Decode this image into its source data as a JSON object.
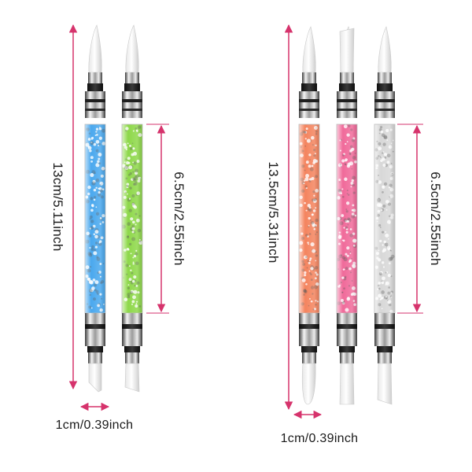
{
  "image": {
    "accent_color": "#d6336c",
    "left_set": {
      "length_label": "13cm/5.11inch",
      "handle_label": "6.5cm/2.55inch",
      "width_label": "1cm/0.39inch",
      "brushes": [
        {
          "color_name": "blue",
          "color": "#4aa8ee"
        },
        {
          "color_name": "green",
          "color": "#8ed84a"
        }
      ]
    },
    "right_set": {
      "length_label": "13.5cm/5.31inch",
      "handle_label": "6.5cm/2.55inch",
      "width_label": "1cm/0.39inch",
      "brushes": [
        {
          "color_name": "orange",
          "color": "#f4845f"
        },
        {
          "color_name": "pink",
          "color": "#f06a9a"
        },
        {
          "color_name": "silver",
          "color": "#d8d8d8"
        }
      ]
    }
  }
}
